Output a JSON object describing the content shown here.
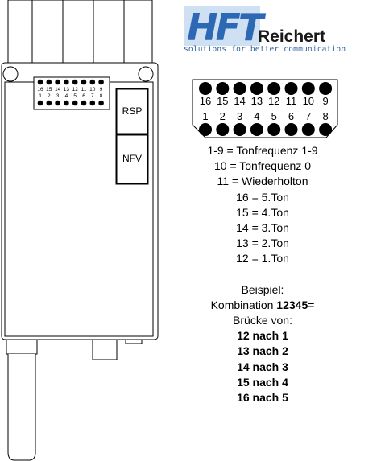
{
  "logo": {
    "brand_mark": "HFT",
    "brand_name": "Reichert",
    "tagline": "solutions for better communication"
  },
  "device": {
    "button_top": "RSP",
    "button_bottom": "NFV",
    "mini_pins_top": [
      "16",
      "15",
      "14",
      "13",
      "12",
      "11",
      "10",
      "9"
    ],
    "mini_pins_bottom": [
      "1",
      "2",
      "3",
      "4",
      "5",
      "6",
      "7",
      "8"
    ]
  },
  "connector": {
    "top_row_labels": [
      "16",
      "15",
      "14",
      "13",
      "12",
      "11",
      "10",
      "9"
    ],
    "bottom_row_labels": [
      "1",
      "2",
      "3",
      "4",
      "5",
      "6",
      "7",
      "8"
    ]
  },
  "legend": {
    "lines": [
      "1-9 = Tonfrequenz 1-9",
      "10 = Tonfrequenz 0",
      "11 = Wiederholton",
      "16 = 5.Ton",
      "15 = 4.Ton",
      "14 = 3.Ton",
      "13 = 2.Ton",
      "12 = 1.Ton"
    ],
    "example_title": "Beispiel:",
    "example_prefix": "Kombination",
    "example_code": "12345",
    "example_suffix": "=",
    "bridge_intro": "Brücke von:",
    "bridges": [
      "12 nach 1",
      "13 nach 2",
      "14 nach 3",
      "15 nach 4",
      "16 nach 5"
    ]
  }
}
